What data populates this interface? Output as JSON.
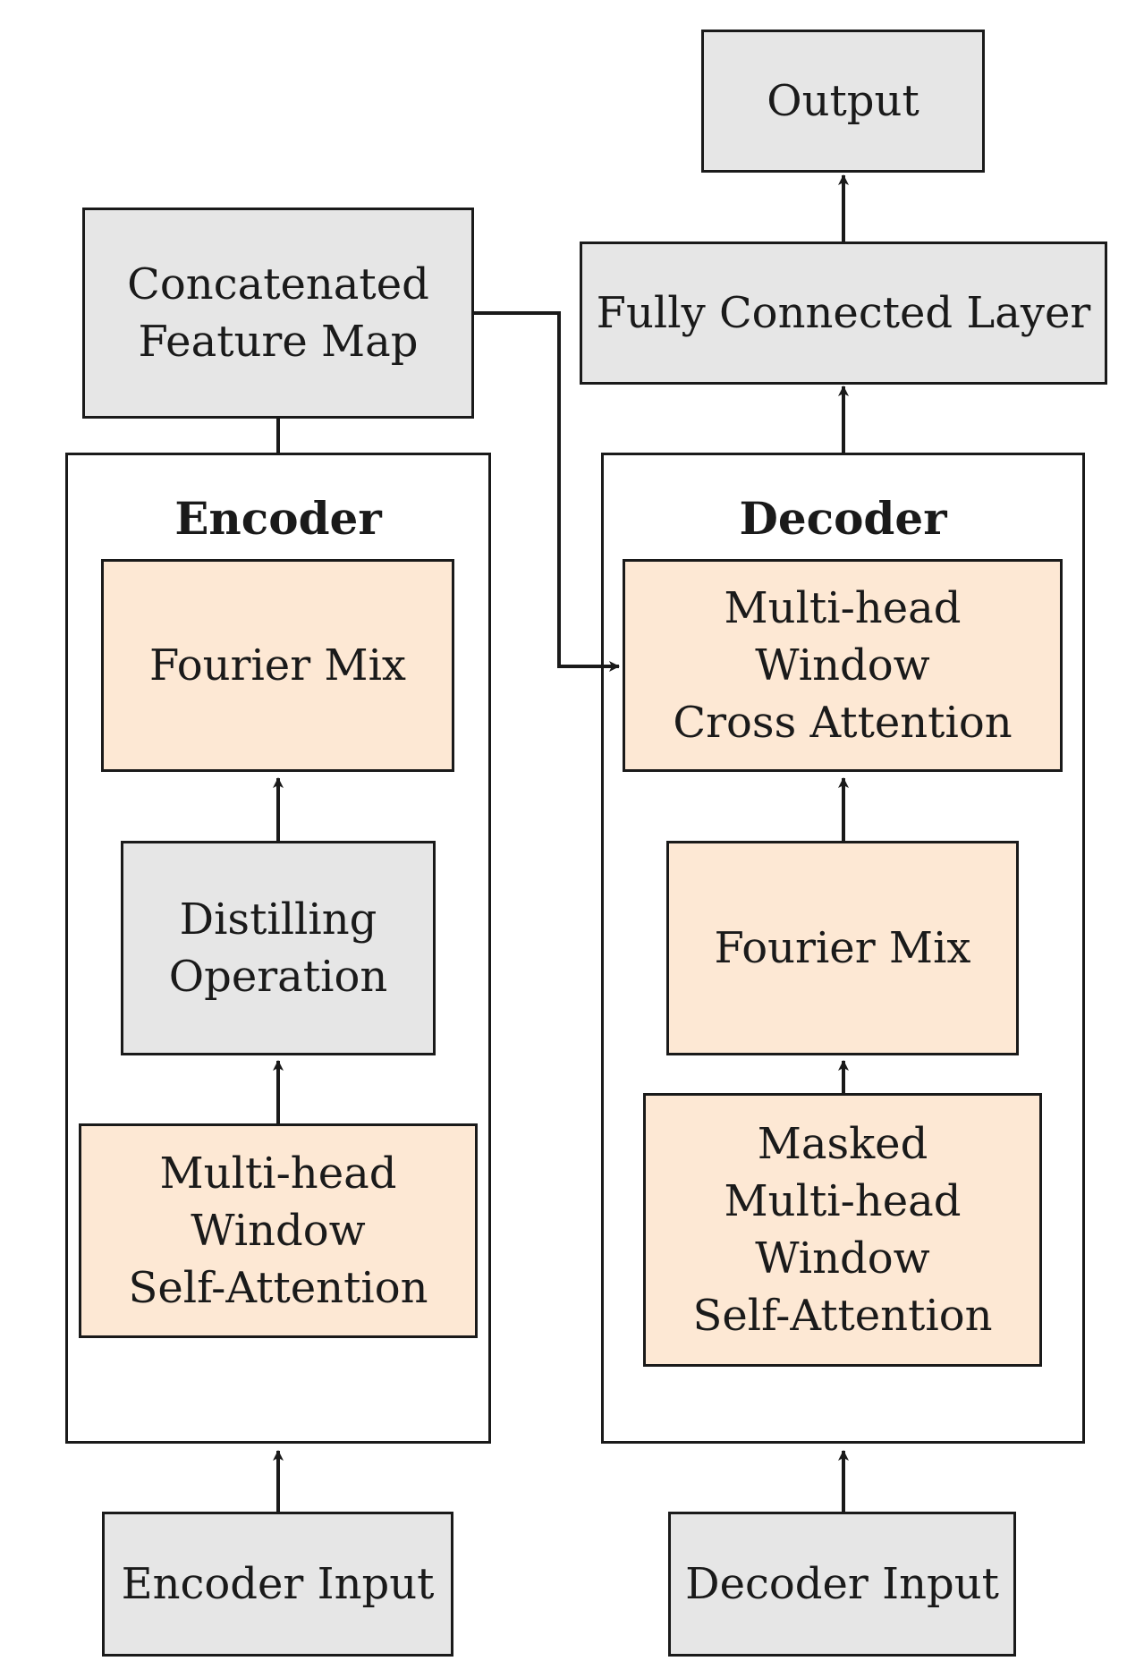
{
  "diagram": {
    "output": "Output",
    "fully_connected": "Fully Connected Layer",
    "concat_feature_map": "Concatenated\nFeature Map",
    "encoder": {
      "title": "Encoder",
      "fourier_mix": "Fourier Mix",
      "distilling": "Distilling\nOperation",
      "self_attention": "Multi-head\nWindow\nSelf-Attention",
      "input": "Encoder Input"
    },
    "decoder": {
      "title": "Decoder",
      "cross_attention": "Multi-head\nWindow\nCross Attention",
      "fourier_mix": "Fourier Mix",
      "masked_self_attention": "Masked\nMulti-head\nWindow\nSelf-Attention",
      "input": "Decoder Input"
    },
    "colors": {
      "gray_fill": "#e6e6e6",
      "peach_fill": "#fde8d4",
      "stroke": "#1a1a1a"
    }
  }
}
